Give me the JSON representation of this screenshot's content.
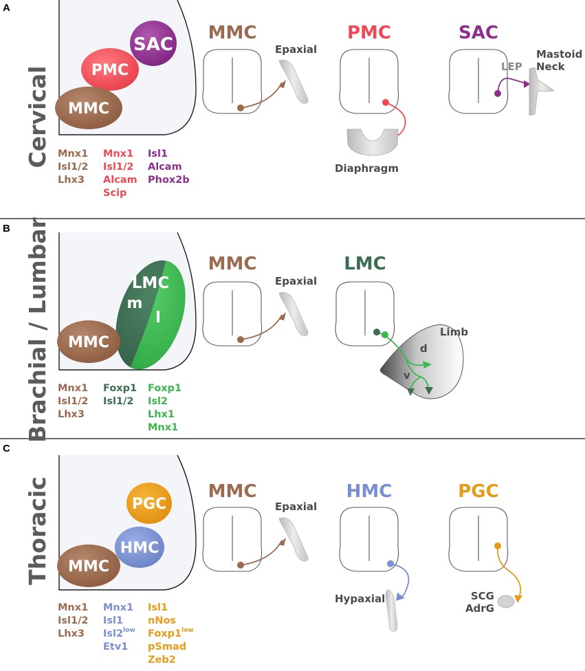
{
  "colors": {
    "mmc": "#9b6a4f",
    "pmc": "#ee4a55",
    "sac": "#8e2e8e",
    "lmc_m": "#3d6e52",
    "lmc_l": "#3cb64f",
    "hmc": "#7a8fcf",
    "pgc": "#e69c1a",
    "text_dark": "#4a4a4a",
    "muscle": "#c9c9c9"
  },
  "panels": [
    {
      "letter": "A",
      "region": "Cervical",
      "columns": [
        "MMC",
        "PMC",
        "SAC"
      ],
      "ellipses": [
        "SAC",
        "PMC",
        "MMC"
      ],
      "targets": [
        "Epaxial",
        "Diaphragm",
        "LEP",
        "Mastoid",
        "Neck"
      ],
      "markers": {
        "mmc": [
          "Mnx1",
          "Isl1/2",
          "Lhx3"
        ],
        "pmc": [
          "Mnx1",
          "Isl1/2",
          "Alcam",
          "Scip"
        ],
        "sac": [
          "Isl1",
          "Alcam",
          "Phox2b"
        ]
      }
    },
    {
      "letter": "B",
      "region": "Brachial / Lumbar",
      "columns": [
        "MMC",
        "LMC"
      ],
      "ellipses": [
        "LMC",
        "m",
        "l",
        "MMC"
      ],
      "targets": [
        "Epaxial",
        "Limb",
        "d",
        "v"
      ],
      "markers": {
        "mmc": [
          "Mnx1",
          "Isl1/2",
          "Lhx3"
        ],
        "lmc_m": [
          "Foxp1",
          "Isl1/2"
        ],
        "lmc_l": [
          "Foxp1",
          "Isl2",
          "Lhx1",
          "Mnx1"
        ]
      }
    },
    {
      "letter": "C",
      "region": "Thoracic",
      "columns": [
        "MMC",
        "HMC",
        "PGC"
      ],
      "ellipses": [
        "PGC",
        "HMC",
        "MMC"
      ],
      "targets": [
        "Epaxial",
        "Hypaxial",
        "SCG",
        "AdrG"
      ],
      "markers": {
        "mmc": [
          "Mnx1",
          "Isl1/2",
          "Lhx3"
        ],
        "hmc": [
          "Mnx1",
          "Isl1",
          "Isl2",
          "low",
          "Etv1"
        ],
        "pgc": [
          "Isl1",
          "nNos",
          "Foxp1",
          "low",
          "pSmad",
          "Zeb2"
        ]
      }
    }
  ]
}
